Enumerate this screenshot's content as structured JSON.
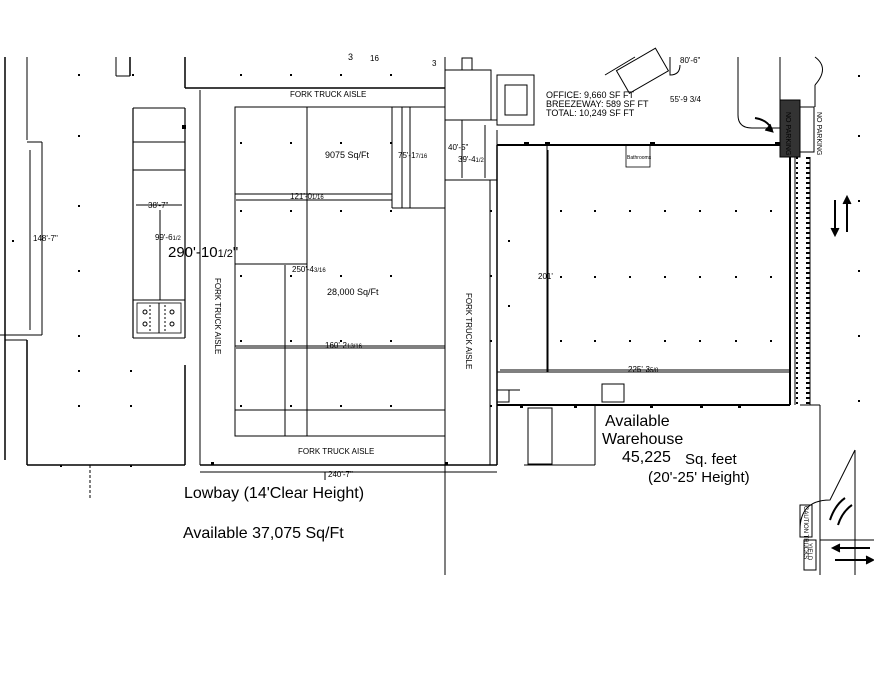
{
  "plan": {
    "office_label": "OFFICE: 9,660 SF FT",
    "breezeway_label": "BREEZEWAY: 589 SF FT",
    "total_label": "TOTAL: 10,249 SF FT",
    "top_cut_dim_1": "3",
    "top_cut_dim_2": "16",
    "top_right_dim": "80'-6\"",
    "office_dim": "55'-9",
    "office_dim_frac": "3/4",
    "fork_aisle_top": "FORK TRUCK AISLE",
    "fork_aisle_bottom": "FORK TRUCK AISLE",
    "fork_aisle_left": "FORK TRUCK AISLE",
    "fork_aisle_right": "FORK TRUCK AISLE",
    "area_9075": "9075 Sq/Ft",
    "area_28000": "28,000 Sq/Ft",
    "dim_121": "121'-0",
    "dim_121_frac": "1/16",
    "dim_75": "75'-1",
    "dim_75_frac": "7/16",
    "dim_250": "250'-4",
    "dim_250_frac": "3/16",
    "dim_160": "160'-2",
    "dim_160_frac": "13/16",
    "dim_40": "40'-5\"",
    "dim_39": "39'-4",
    "dim_39_frac": "1/2",
    "dim_38": "38'-7\"",
    "dim_99": "99'-6",
    "dim_99_frac": "1/2",
    "dim_148": "148'-7\"",
    "dim_290": "290'-10",
    "dim_290_frac": "1/2",
    "dim_240": "240'-7\"",
    "dim_201": "201'",
    "dim_225": "225'-3",
    "dim_225_frac": "5/8",
    "bathroom_label": "Bathrooms",
    "no_parking_1": "NO PARKING",
    "no_parking_2": "NO PARKING",
    "caution_trucks": "CAUTION TRUCKS",
    "yield_label": "YIELD",
    "lowbay_label": "Lowbay (14'Clear Height)",
    "lowbay_available": "Available 37,075 Sq/Ft",
    "warehouse_line1": "Available",
    "warehouse_line2": "Warehouse",
    "warehouse_sqft": "45,225",
    "warehouse_sqft_unit": "Sq. feet",
    "warehouse_height": "(20'-25' Height)"
  }
}
